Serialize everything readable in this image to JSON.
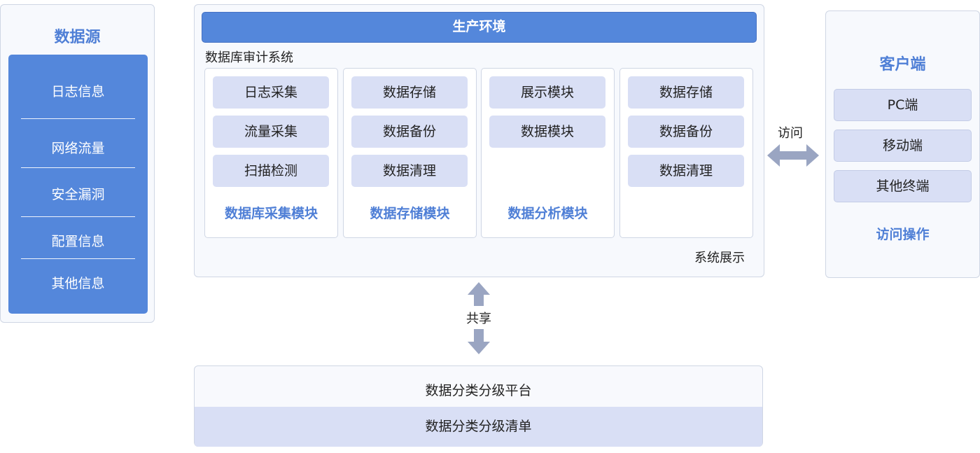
{
  "data_source": {
    "title": "数据源",
    "items": [
      "日志信息",
      "网络流量",
      "安全漏洞",
      "配置信息",
      "其他信息"
    ]
  },
  "production": {
    "header": "生产环境",
    "audit_label": "数据库审计系统",
    "display_label": "系统展示",
    "modules": [
      {
        "items": [
          "日志采集",
          "流量采集",
          "扫描检测"
        ],
        "title": "数据库采集模块"
      },
      {
        "items": [
          "数据存储",
          "数据备份",
          "数据清理"
        ],
        "title": "数据存储模块"
      },
      {
        "items": [
          "展示模块",
          "数据模块"
        ],
        "title": "数据分析模块"
      },
      {
        "items": [
          "数据存储",
          "数据备份",
          "数据清理"
        ],
        "title": ""
      }
    ]
  },
  "client": {
    "title": "客户端",
    "items": [
      "PC端",
      "移动端",
      "其他终端"
    ],
    "operation": "访问操作"
  },
  "arrows": {
    "access": "访问",
    "share": "共享"
  },
  "platform": {
    "title": "数据分类分级平台",
    "list": "数据分类分级清单"
  },
  "colors": {
    "accent": "#5487db",
    "chip": "#d9dff5",
    "arrow": "#9aa5c2",
    "title_text": "#4f7fd6"
  }
}
